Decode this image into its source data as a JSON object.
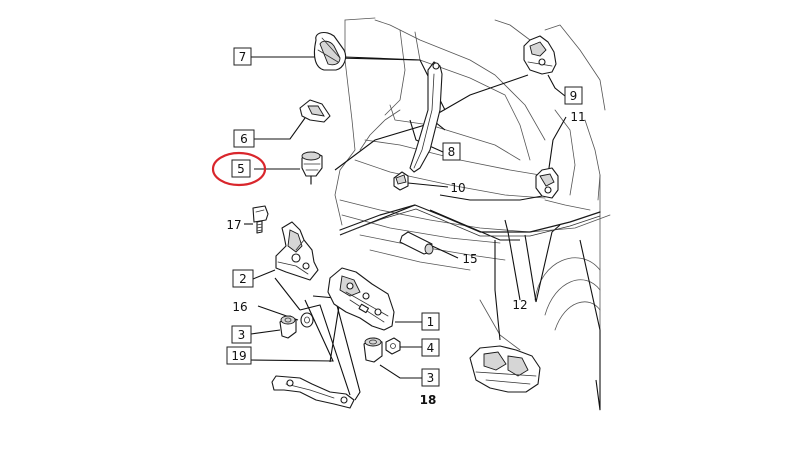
{
  "diagram": {
    "highlight": {
      "label": "5",
      "ring_color": "#d9262c",
      "label_color": "#1a6fd1"
    },
    "labels": {
      "p1": "1",
      "p2": "2",
      "p3a": "3",
      "p3b": "3",
      "p4": "4",
      "p5": "5",
      "p6": "6",
      "p7": "7",
      "p8": "8",
      "p9": "9",
      "p10": "10",
      "p11": "11",
      "p12": "12",
      "p15": "15",
      "p16": "16",
      "p17": "17",
      "p18": "18",
      "p19": "19"
    }
  }
}
